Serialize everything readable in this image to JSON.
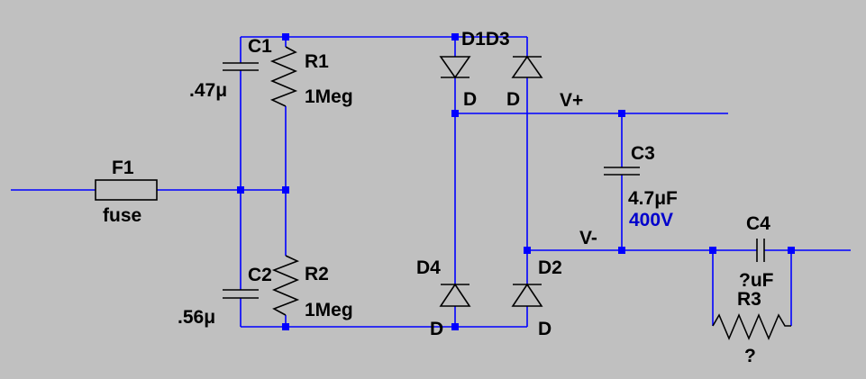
{
  "components": {
    "c1": {
      "ref": "C1",
      "value": ".47μ"
    },
    "c2": {
      "ref": "C2",
      "value": ".56μ"
    },
    "r1": {
      "ref": "R1",
      "value": "1Meg"
    },
    "r2": {
      "ref": "R2",
      "value": "1Meg"
    },
    "f1": {
      "ref": "F1",
      "value": "fuse"
    },
    "d1d3": {
      "ref": "D1D3"
    },
    "d1": {
      "model": "D"
    },
    "d3": {
      "model": "D"
    },
    "d4": {
      "ref": "D4",
      "model": "D"
    },
    "d2": {
      "ref": "D2",
      "model": "D"
    },
    "c3": {
      "ref": "C3",
      "value": "4.7μF",
      "rating": "400V"
    },
    "c4": {
      "ref": "C4",
      "value": "?uF"
    },
    "r3": {
      "ref": "R3",
      "value": "?"
    }
  },
  "nets": {
    "vplus": "V+",
    "vminus": "V-"
  },
  "colors": {
    "background": "#c0c0c0",
    "wire": "#0000ff",
    "part": "#000000",
    "rating": "#0000cc"
  }
}
